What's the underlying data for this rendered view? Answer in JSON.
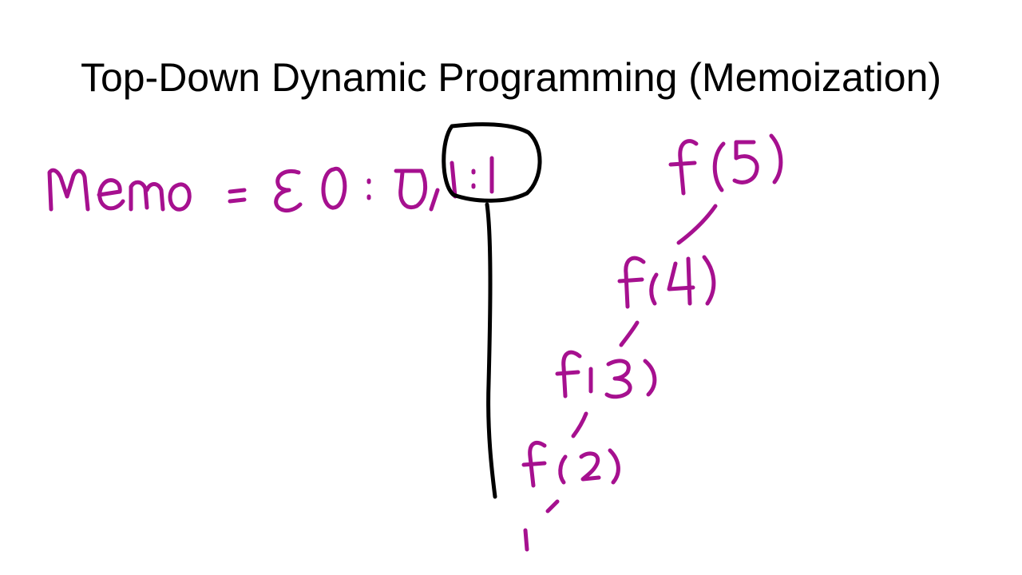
{
  "slide": {
    "title": "Top-Down Dynamic Programming (Memoization)"
  },
  "memo": {
    "label": "Memo",
    "entries": [
      {
        "key": "0",
        "value": "0"
      },
      {
        "key": "1",
        "value": "1",
        "circled": true
      }
    ]
  },
  "call_chain": [
    "f(5)",
    "f(4)",
    "f(3)",
    "f(2)",
    "1"
  ],
  "colors": {
    "ink": "#a6108f",
    "annotation": "#000000",
    "title": "#000000",
    "background": "#ffffff"
  }
}
